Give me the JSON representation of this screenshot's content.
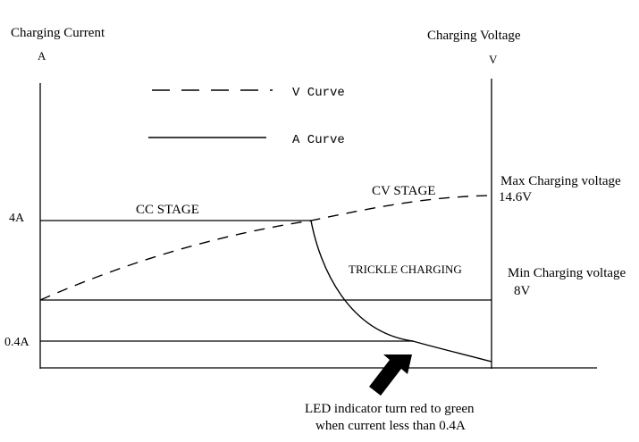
{
  "axes": {
    "left_title": "Charging Current",
    "left_unit": "A",
    "right_title": "Charging Voltage",
    "right_unit": "V",
    "tick_4a": "4A",
    "tick_04a": "0.4A"
  },
  "legend": {
    "v_curve": "V Curve",
    "a_curve": "A Curve"
  },
  "stages": {
    "cc": "CC STAGE",
    "cv": "CV STAGE",
    "trickle": "TRICKLE CHARGING"
  },
  "voltage_labels": {
    "max_label": "Max Charging voltage",
    "max_value": "14.6V",
    "min_label": "Min Charging voltage",
    "min_value": "8V"
  },
  "note": {
    "line1": "LED indicator turn red to green",
    "line2": "when current less than 0.4A"
  }
}
